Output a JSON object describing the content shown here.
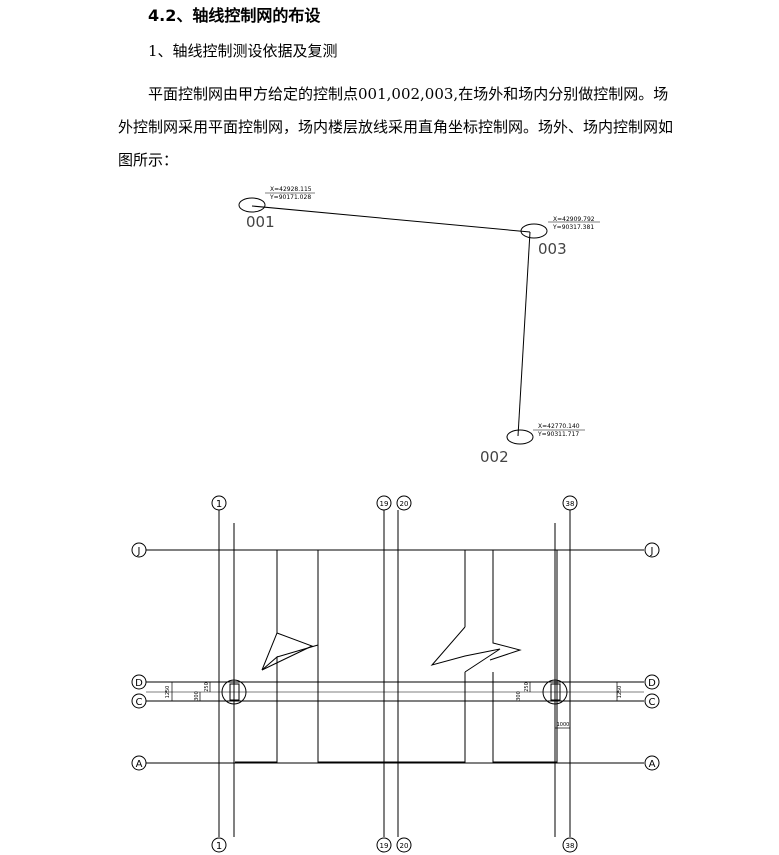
{
  "section_title": "4.2、轴线控制网的布设",
  "subsection_title": "1、轴线控制测设依据及复测",
  "paragraph": "平面控制网由甲方给定的控制点001,002,003,在场外和场内分别做控制网。场外控制网采用平面控制网，场内楼层放线采用直角坐标控制网。场外、场内控制网如图所示：",
  "control_points": {
    "p001": {
      "label": "001",
      "x": "X=42928.115",
      "y": "Y=90171.028"
    },
    "p003": {
      "label": "003",
      "x": "X=42909.792",
      "y": "Y=90317.381"
    },
    "p002": {
      "label": "002",
      "x": "X=42770.140",
      "y": "Y=90311.717"
    }
  },
  "axes": {
    "col_1": "1",
    "col_19": "19",
    "col_20": "20",
    "col_38": "38",
    "row_J": "J",
    "row_D": "D",
    "row_C": "C",
    "row_A": "A"
  },
  "dimensions": {
    "left_1250": "1250",
    "left_300": "300",
    "left_250": "250",
    "right_250": "250",
    "right_1250": "1250",
    "right_300": "300",
    "right_1000": "1000"
  }
}
